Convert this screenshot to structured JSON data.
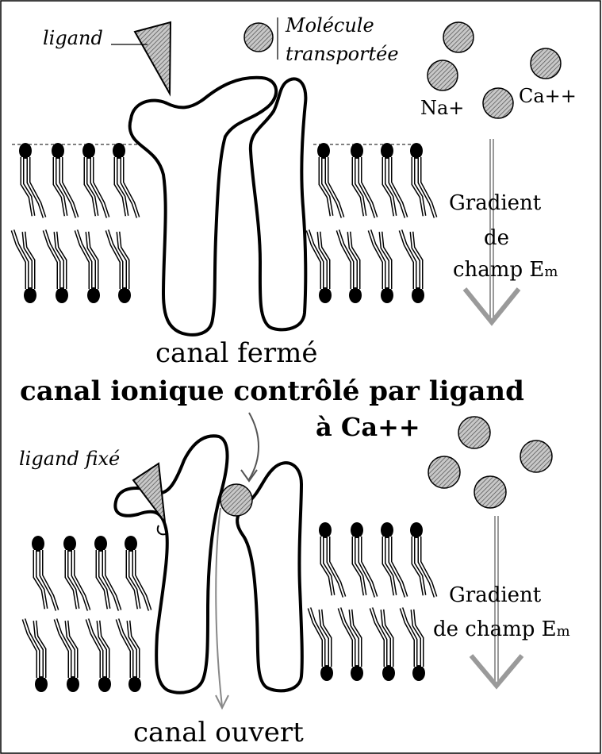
{
  "top_panel": {
    "ligand_label": "ligand",
    "molecule_label_line1": "Molécule",
    "molecule_label_line2": "transportée",
    "ion_na": "Na+",
    "ion_ca": "Ca++",
    "gradient_line1": "Gradient",
    "gradient_line2": "de",
    "gradient_line3": "champ E",
    "gradient_sub": "m",
    "state_label": "canal fermé"
  },
  "title": {
    "line1": "canal ionique contrôlé par ligand",
    "line2": "à Ca++"
  },
  "bottom_panel": {
    "ligand_label": "ligand fixé",
    "gradient_line1": "Gradient",
    "gradient_line2": "de champ E",
    "gradient_sub": "m",
    "state_label": "canal ouvert"
  },
  "colors": {
    "ion_fill": "#8c8c8c",
    "ligand_fill": "#7a7a7a",
    "arrow": "#9a9a9a",
    "lipid": "#000000"
  }
}
